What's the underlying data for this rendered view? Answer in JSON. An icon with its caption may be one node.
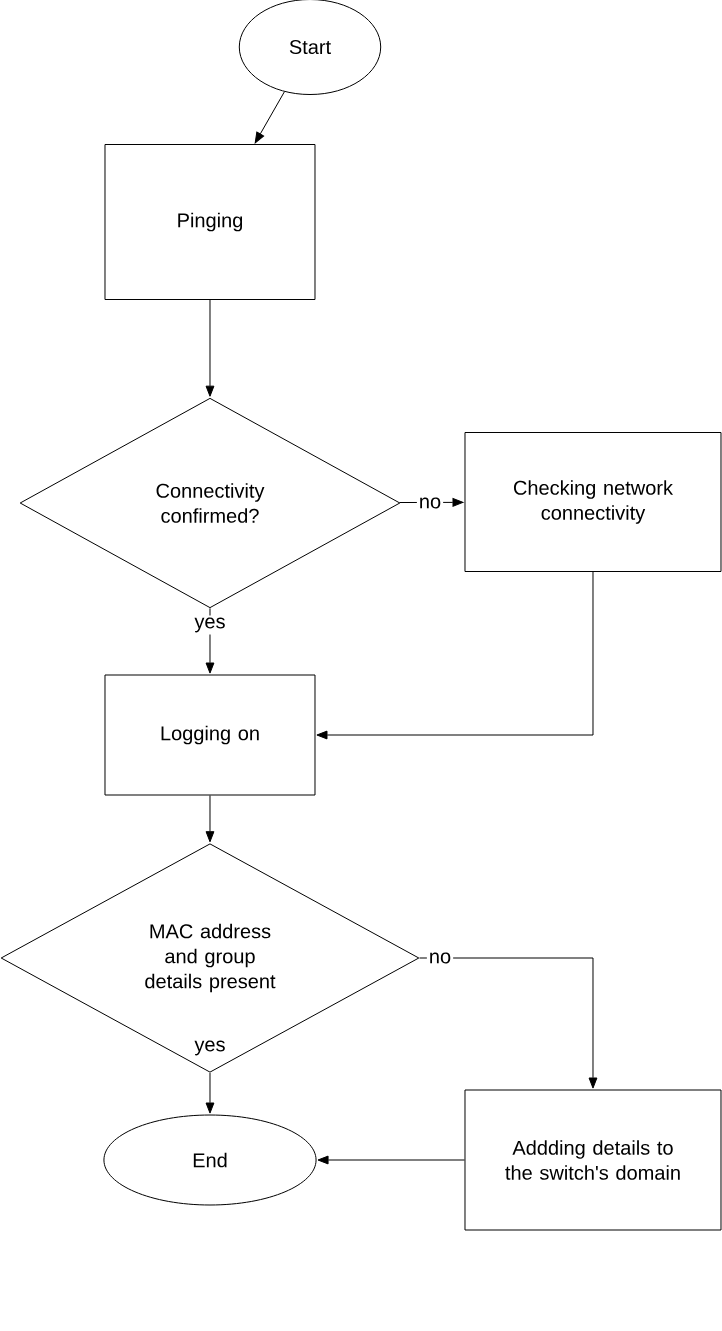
{
  "diagram": {
    "nodes": [
      {
        "text": [
          "Start"
        ]
      },
      {
        "text": [
          "Pinging"
        ]
      },
      {
        "text": [
          "Connectivity confirmed?"
        ]
      },
      {
        "text": [
          "Checking network connectivity"
        ]
      },
      {
        "text": [
          "Logging on"
        ]
      },
      {
        "text": [
          "MAC address and group details present"
        ]
      },
      {
        "text": [
          "End"
        ]
      },
      {
        "text": [
          "Addding details to the switch's domain"
        ]
      }
    ],
    "edges": [
      {
        "from": 0,
        "to": 1,
        "arrow": "to"
      },
      {
        "from": 1,
        "to": 2,
        "arrow": "to"
      },
      {
        "from": 2,
        "to": 3,
        "arrow": "to",
        "label": "no"
      },
      {
        "from": 2,
        "to": 4,
        "arrow": "to",
        "label": "yes"
      },
      {
        "from": 3,
        "to": 4,
        "arrow": "to"
      },
      {
        "from": 4,
        "to": 5,
        "arrow": "to"
      },
      {
        "from": 5,
        "to": 6,
        "arrow": "to",
        "label": "yes"
      },
      {
        "from": 5,
        "to": 7,
        "arrow": "to",
        "label": "no"
      },
      {
        "from": 7,
        "to": 6,
        "arrow": "to"
      }
    ]
  }
}
